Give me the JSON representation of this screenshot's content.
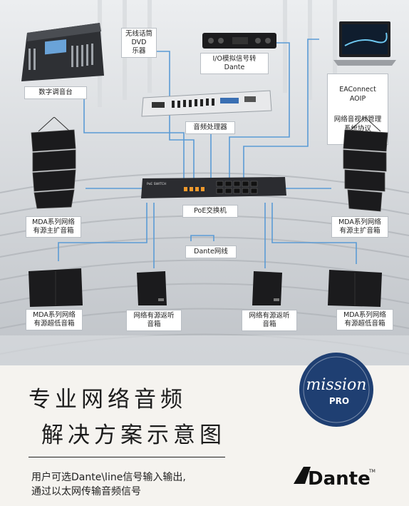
{
  "diagram": {
    "labels": {
      "mixer": "数字调音台",
      "dvd": "无线话筒\nDVD\n乐器",
      "io": "I/O模拟信号转\nDante",
      "laptop_title": "EAConnect  AOIP",
      "laptop_sub": "网络音视频管理\n系统协议",
      "processor": "音频处理器",
      "switch": "PoE交换机",
      "left_main": "MDA系列网络\n有源主扩音箱",
      "right_main": "MDA系列网络\n有源主扩音箱",
      "dante_cable": "Dante网线",
      "left_sub": "MDA系列网络\n有源超低音箱",
      "left_monitor": "网络有源返听\n音箱",
      "right_monitor": "网络有源返听\n音箱",
      "right_sub": "MDA系列网络\n有源超低音箱"
    },
    "device_marks": {
      "switch_brand": "PoE SWITCH",
      "mission_brand": "mission",
      "mission_pro": "PRO",
      "dante_brand": "Dante",
      "dante_tm": "TM"
    }
  },
  "heading": {
    "line1": "专业网络音频",
    "line2": "解决方案示意图"
  },
  "note": {
    "line1": "用户可选Dante\\line信号输入输出,",
    "line2": "通过以太网传输音频信号"
  },
  "colors": {
    "wire": "#5b9bd5",
    "logo_navy": "#1f3f72",
    "device_dark": "#1b1b1d"
  }
}
